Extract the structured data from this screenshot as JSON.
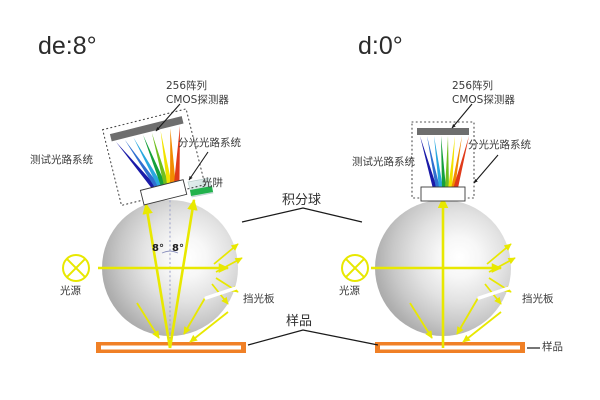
{
  "meta": {
    "diagram_title": "Integrating sphere geometry comparison",
    "background": "#ffffff"
  },
  "colors": {
    "beam_yellow": "#e8e800",
    "sample_orange": "#f08026",
    "detector_gray": "#6e6e6e",
    "trap_green": "#22b24c",
    "trap_body": "#cfe3e0",
    "leader_line": "#1a1a1a",
    "text": "#3a3a3a",
    "title_text": "#2b2b2b",
    "sphere_light": "#fdfdfd",
    "sphere_mid": "#cfcfcf",
    "sphere_dark": "#9a9a9a",
    "spectrum": [
      "#1a1aa8",
      "#2f6fd0",
      "#29a8df",
      "#14a03c",
      "#6fbf1f",
      "#f2e400",
      "#f28c00",
      "#e03a1a"
    ]
  },
  "panels": [
    {
      "id": "left",
      "title": "de:8°",
      "geometry": "de8",
      "labels": {
        "detector": "256阵列\nCMOS探测器",
        "detector_line1": "256阵列",
        "detector_line2": "CMOS探测器",
        "optics_system": "测试光路系统",
        "spectro_system": "分光光路系统",
        "light_trap": "光阱",
        "light_source": "光源",
        "baffle": "挡光板"
      },
      "angles": [
        "8°",
        "8°"
      ]
    },
    {
      "id": "right",
      "title": "d:0°",
      "geometry": "d0",
      "labels": {
        "detector_line1": "256阵列",
        "detector_line2": "CMOS探测器",
        "optics_system": "测试光路系统",
        "spectro_system": "分光光路系统",
        "light_source": "光源",
        "baffle": "挡光板",
        "sample": "样品"
      },
      "angles": []
    }
  ],
  "shared_labels": {
    "integrating_sphere": "积分球",
    "sample": "样品"
  },
  "icons": {
    "light_source": "crossed-circle-icon",
    "detector_bar": "detector-bar-icon",
    "spectrum_fan": "spectrum-fan-icon",
    "light_trap": "light-trap-icon",
    "baffle": "baffle-icon",
    "sample_bar": "sample-bar-icon",
    "arrow": "arrow-icon"
  }
}
